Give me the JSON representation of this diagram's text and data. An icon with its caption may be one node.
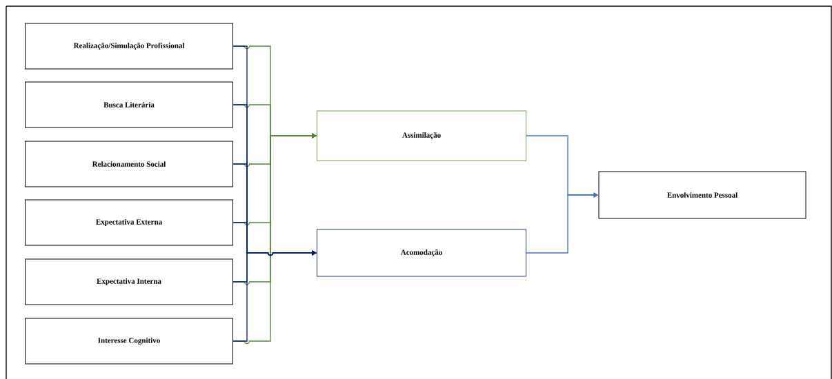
{
  "diagram": {
    "nodes": [
      {
        "text": [
          "Realização/Simulação Profissional"
        ]
      },
      {
        "text": [
          "Busca Literária"
        ]
      },
      {
        "text": [
          "Relacionamento Social"
        ]
      },
      {
        "text": [
          "Expectativa Externa"
        ]
      },
      {
        "text": [
          "Expectativa Interna"
        ]
      },
      {
        "text": [
          "Interesse Cognitivo"
        ]
      },
      {
        "text": [
          "Assimilação"
        ]
      },
      {
        "text": [
          "Acomodação"
        ]
      },
      {
        "text": [
          "Envolvimento Pessoal"
        ]
      }
    ],
    "edges": [
      {
        "from": 0,
        "to": 6,
        "arrow": "to",
        "color": "#548235"
      },
      {
        "from": 1,
        "to": 6,
        "arrow": "to",
        "color": "#548235"
      },
      {
        "from": 2,
        "to": 6,
        "arrow": "to",
        "color": "#548235"
      },
      {
        "from": 3,
        "to": 6,
        "arrow": "to",
        "color": "#548235"
      },
      {
        "from": 4,
        "to": 6,
        "arrow": "to",
        "color": "#548235"
      },
      {
        "from": 5,
        "to": 6,
        "arrow": "to",
        "color": "#548235"
      },
      {
        "from": 0,
        "to": 7,
        "arrow": "to",
        "color": "#002060"
      },
      {
        "from": 1,
        "to": 7,
        "arrow": "to",
        "color": "#002060"
      },
      {
        "from": 2,
        "to": 7,
        "arrow": "to",
        "color": "#002060"
      },
      {
        "from": 3,
        "to": 7,
        "arrow": "to",
        "color": "#002060"
      },
      {
        "from": 4,
        "to": 7,
        "arrow": "to",
        "color": "#002060"
      },
      {
        "from": 5,
        "to": 7,
        "arrow": "to",
        "color": "#002060"
      },
      {
        "from": 6,
        "to": 8,
        "arrow": "to",
        "color": "#4472c4"
      },
      {
        "from": 7,
        "to": 8,
        "arrow": "to",
        "color": "#4472c4"
      }
    ]
  }
}
